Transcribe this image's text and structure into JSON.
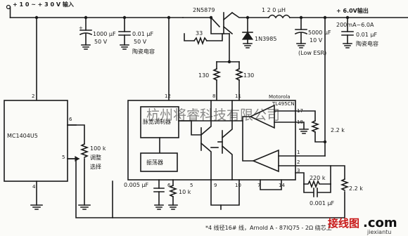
{
  "labels": {
    "input": "+ 1 0 ~ + 3 0 V 输入",
    "q_ext": "2N5879",
    "inductor": "1 2 0 μH",
    "output": "+ 6.0V输出",
    "output_current": "200mA~6.0A",
    "c_in1": "1000 μF",
    "c_in1_v": "50 V",
    "c_in2": "0.01 μF",
    "c_in2_v": "50 V",
    "c_in2_type": "陶瓷电容",
    "r_base": "33",
    "diode": "1N3985",
    "c_out1": "5000 μF",
    "c_out1_v": "10 V",
    "c_out1_type": "(Low ESR)",
    "c_out2": "0.01 μF",
    "c_out2_type": "陶瓷电容",
    "r_130a": "130",
    "r_130b": "130",
    "mfr": "Motorola",
    "ic": "TL495CN",
    "mc": "MC1404U5",
    "dead_time": "脉宽调制器",
    "oscillator": "振荡器",
    "pot": "100 k",
    "pot_note1": "调整",
    "pot_note2": "选择",
    "c_timing": "0.005 μF",
    "r_timing": "10 k",
    "r_fb": "220 k",
    "c_fb": "0.001 μF",
    "r_22a": "2.2 k",
    "r_22b": "2.2 k",
    "footnote": "*4 线径16# 线，Arnold A - 87IQ75 - 2Ω 绕芯上",
    "pins": {
      "p2": "2",
      "p6": "6",
      "p5": "5",
      "p4": "4",
      "p12": "12",
      "p8": "8",
      "p11": "11",
      "p17": "17",
      "p18": "18",
      "p1": "1",
      "p2b": "2",
      "p3": "3",
      "p9": "9",
      "p10": "10",
      "p7": "7",
      "p14": "14",
      "p6b": "6",
      "p5b": "5"
    }
  },
  "watermark": "杭州将睿科技有限公司",
  "brand": {
    "logo_text": "接线图",
    "logo_dot": ".com",
    "url": "jiexiantu"
  }
}
